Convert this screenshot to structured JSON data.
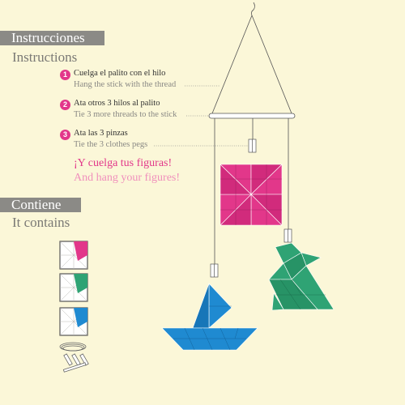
{
  "instructions": {
    "title_es": "Instrucciones",
    "title_en": "Instructions",
    "steps": [
      {
        "number": "1",
        "es": "Cuelga el palito con el hilo",
        "en": "Hang the stick with the thread"
      },
      {
        "number": "2",
        "es": "Ata otros 3 hilos al palito",
        "en": "Tie 3 more threads to the stick"
      },
      {
        "number": "3",
        "es": "Ata las 3 pinzas",
        "en": "Tie the 3 clothes pegs"
      }
    ],
    "cta_es": "¡Y cuelga tus figuras!",
    "cta_en": "And hang your figures!"
  },
  "contents": {
    "title_es": "Contiene",
    "title_en": "It contains"
  },
  "colors": {
    "background": "#fbf7d8",
    "header_bar": "#8b8a86",
    "pink": "#e2378a",
    "green": "#2fa374",
    "blue": "#1f8ad1"
  },
  "icons": [
    "pink-sheet-icon",
    "green-sheet-icon",
    "blue-sheet-icon",
    "thread-and-pegs-icon",
    "pinwheel-figure",
    "bird-figure",
    "boat-figure"
  ]
}
